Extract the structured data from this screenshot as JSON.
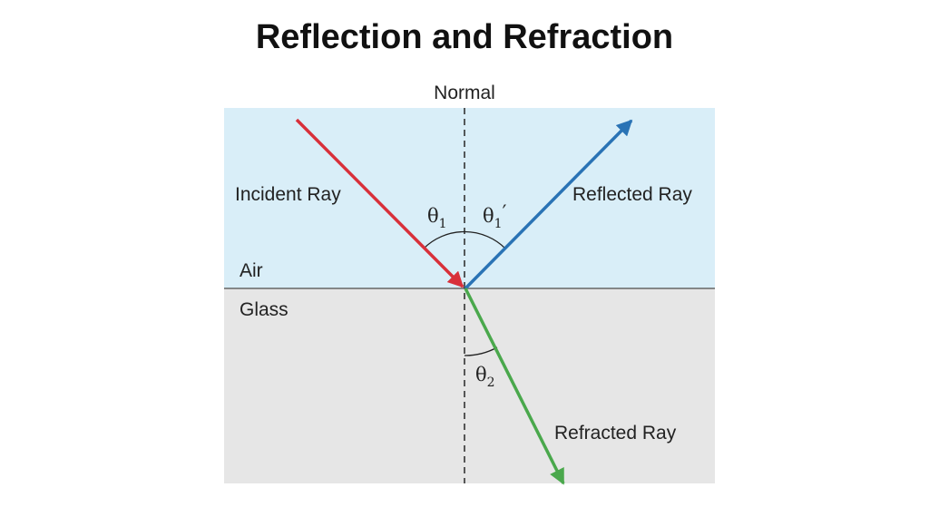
{
  "title": "Reflection and Refraction",
  "labels": {
    "normal": "Normal",
    "incident": "Incident Ray",
    "reflected": "Reflected Ray",
    "refracted": "Refracted Ray",
    "air": "Air",
    "glass": "Glass"
  },
  "angles": {
    "theta1": {
      "symbol": "θ",
      "subscript": "1",
      "prime": ""
    },
    "theta1_prime": {
      "symbol": "θ",
      "subscript": "1",
      "prime": "′"
    },
    "theta2": {
      "symbol": "θ",
      "subscript": "2",
      "prime": ""
    }
  },
  "colors": {
    "air": "#d9eef8",
    "glass": "#e6e6e6",
    "incident": "#d8303a",
    "reflected": "#2a73b5",
    "refracted": "#4aa84c",
    "normal": "#333333",
    "interface": "#666666"
  }
}
